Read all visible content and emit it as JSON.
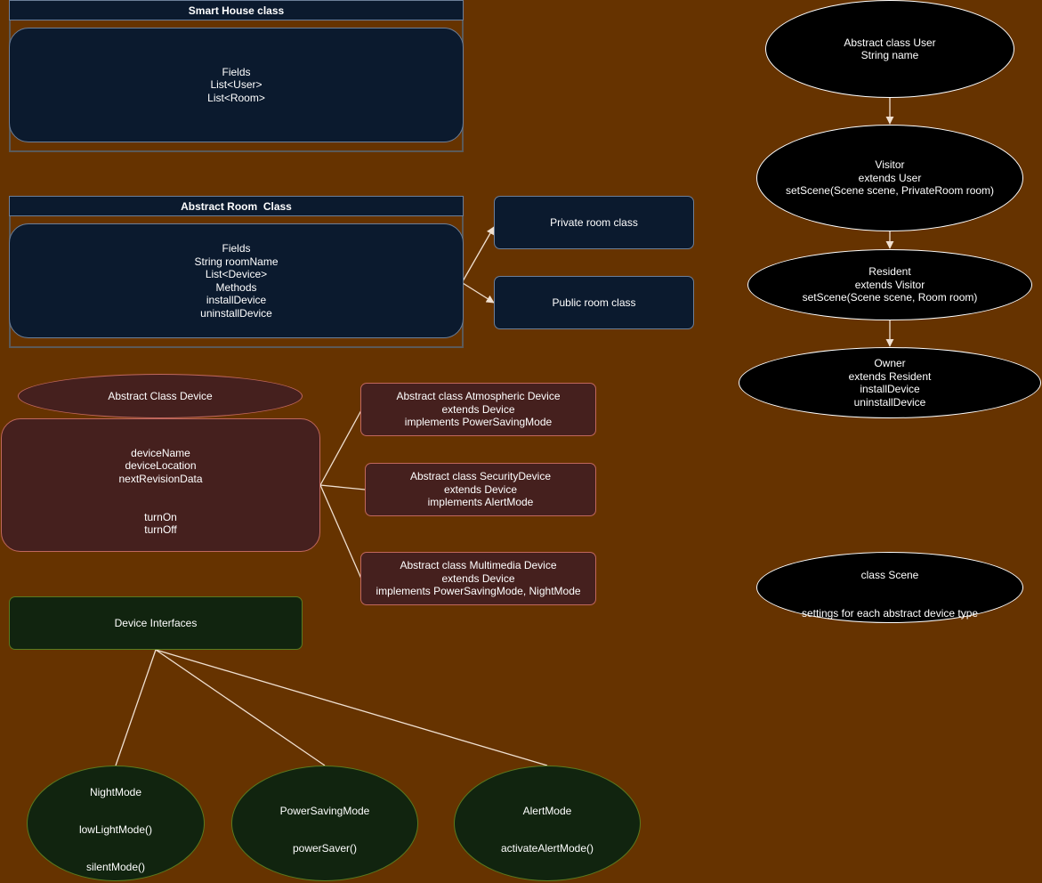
{
  "smart_house": {
    "title": "Smart House class",
    "body": "Fields\nList<User>\nList<Room>"
  },
  "abstract_room": {
    "title": "Abstract Room  Class",
    "body": "Fields\nString roomName\nList<Device>\nMethods\ninstallDevice\nuninstallDevice"
  },
  "private_room": {
    "label": "Private room class"
  },
  "public_room": {
    "label": "Public room class"
  },
  "device": {
    "title": "Abstract Class Device",
    "fields": "deviceName\ndeviceLocation\nnextRevisionData",
    "methods": "turnOn\nturnOff"
  },
  "atmospheric": {
    "label": "Abstract class Atmospheric Device\nextends Device\nimplements PowerSavingMode"
  },
  "security": {
    "label": "Abstract class SecurityDevice\nextends Device\nimplements AlertMode"
  },
  "multimedia": {
    "label": "Abstract class Multimedia Device\nextends Device\nimplements PowerSavingMode, NightMode"
  },
  "interfaces": {
    "title": "Device Interfaces",
    "night_mode": {
      "name": "NightMode",
      "m1": "lowLightMode()",
      "m2": "silentMode()"
    },
    "power_saving": {
      "name": "PowerSavingMode",
      "m1": "powerSaver()"
    },
    "alert": {
      "name": "AlertMode",
      "m1": "activateAlertMode()"
    }
  },
  "users": {
    "user": "Abstract class User\nString name",
    "visitor": "Visitor\nextends User\nsetScene(Scene scene, PrivateRoom room)",
    "resident": "Resident\nextends Visitor\nsetScene(Scene scene, Room room)",
    "owner": "Owner\nextends Resident\ninstallDevice\nuninstallDevice"
  },
  "scene": {
    "title": "class Scene",
    "body": "settings for each abstract device type"
  },
  "colors": {
    "background": "#663300",
    "navy_fill": "#0b1a2e",
    "maroon_fill": "#45201e",
    "green_fill": "#11240f",
    "ellipse_fill": "#000000"
  }
}
